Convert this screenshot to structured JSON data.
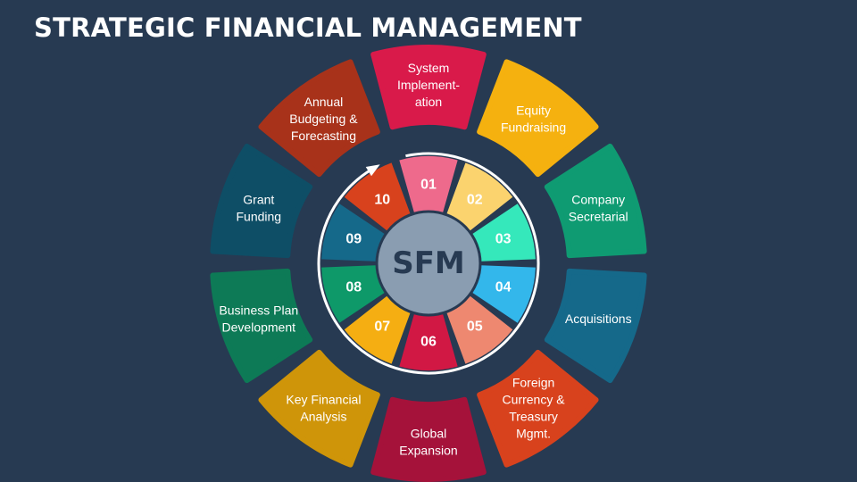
{
  "title": "STRATEGIC FINANCIAL MANAGEMENT",
  "center": {
    "label": "SFM"
  },
  "segments": [
    {
      "number": "01",
      "label": [
        "System",
        "Implement-",
        "ation"
      ],
      "outer_color": "#d91a4a",
      "inner_color": "#ee6a8c"
    },
    {
      "number": "02",
      "label": [
        "Equity",
        "Fundraising"
      ],
      "outer_color": "#f5b10f",
      "inner_color": "#fbd36e"
    },
    {
      "number": "03",
      "label": [
        "Company",
        "Secretarial"
      ],
      "outer_color": "#0f9b72",
      "inner_color": "#35e8bb"
    },
    {
      "number": "04",
      "label": [
        "Acquisitions"
      ],
      "outer_color": "#15698a",
      "inner_color": "#33b7eb"
    },
    {
      "number": "05",
      "label": [
        "Foreign",
        "Currency &",
        "Treasury",
        "Mgmt."
      ],
      "outer_color": "#d8421d",
      "inner_color": "#ee8870"
    },
    {
      "number": "06",
      "label": [
        "Global",
        "Expansion"
      ],
      "outer_color": "#a5123a",
      "inner_color": "#d11844"
    },
    {
      "number": "07",
      "label": [
        "Key Financial",
        "Analysis"
      ],
      "outer_color": "#cf9509",
      "inner_color": "#f5ae12"
    },
    {
      "number": "08",
      "label": [
        "Business Plan",
        "Development"
      ],
      "outer_color": "#0d7a56",
      "inner_color": "#0e9969"
    },
    {
      "number": "09",
      "label": [
        "Grant",
        "Funding"
      ],
      "outer_color": "#0e4e66",
      "inner_color": "#15698a"
    },
    {
      "number": "10",
      "label": [
        "Annual",
        "Budgeting &",
        "Forecasting"
      ],
      "outer_color": "#a8321a",
      "inner_color": "#d8421d"
    }
  ],
  "colors": {
    "background": "#273a52",
    "hub": "#8a9db1",
    "ring": "#ffffff"
  }
}
